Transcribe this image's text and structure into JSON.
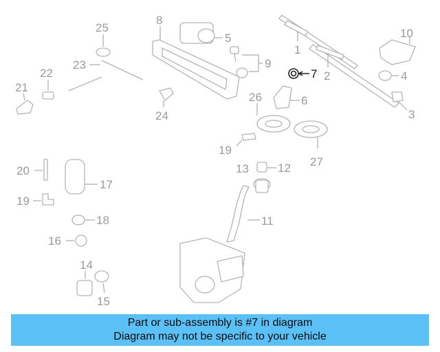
{
  "diagram": {
    "highlighted_part": "7",
    "colors": {
      "parts": "#b4b4b4",
      "highlight": "#111111",
      "banner": "#5bc0f5"
    },
    "labels": {
      "p1": "1",
      "p2": "2",
      "p3": "3",
      "p4": "4",
      "p5": "5",
      "p6": "6",
      "p7": "7",
      "p8": "8",
      "p9": "9",
      "p10": "10",
      "p11": "11",
      "p12": "12",
      "p13": "13",
      "p14": "14",
      "p15": "15",
      "p16": "16",
      "p17": "17",
      "p18": "18",
      "p19a": "19",
      "p19b": "19",
      "p20": "20",
      "p21": "21",
      "p22": "22",
      "p23": "23",
      "p24": "24",
      "p25": "25",
      "p26": "26",
      "p27": "27"
    }
  },
  "banner": {
    "line1": "Part or sub-assembly is #7 in diagram",
    "line2": "Diagram may not be specific to your vehicle"
  }
}
